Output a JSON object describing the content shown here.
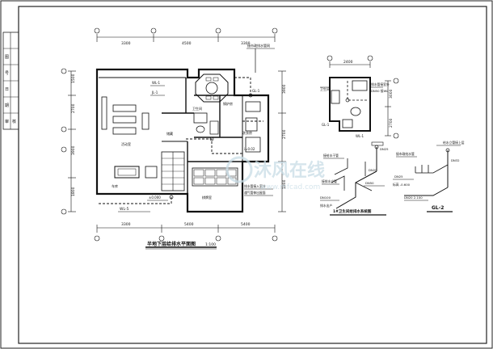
{
  "title_block": {
    "cells": [
      "图",
      "号",
      "日",
      "期",
      "审",
      "核"
    ]
  },
  "plan": {
    "title": "半地下层给排水平面图",
    "scale": "1:100",
    "dims_top": [
      "3300",
      "4500",
      "3300"
    ],
    "dims_bottom": [
      "3300",
      "5400",
      "5400"
    ],
    "dims_left": [
      "1500",
      "2700",
      "3900",
      "1800"
    ],
    "dims_right": [
      "3900",
      "2700",
      "1800"
    ],
    "labels": {
      "lift_pump": "接市政排水管网",
      "wl1": "WL-1",
      "jl1": "JL-1",
      "gl1": "GL-1",
      "toilet": "卫生间",
      "laundry": "洗衣房",
      "floor_elev": "±0.000",
      "wl5": "WL-5",
      "storage": "储藏",
      "boiler": "锅炉房",
      "pipe_note": "排水管接入室外",
      "note_vent": "通气管伸出屋面",
      "room_living": "活动室",
      "room_game": "棋牌室",
      "slope": "i=0.02",
      "room_parking": "车库"
    }
  },
  "detail": {
    "dims_top": [
      "2400"
    ],
    "dims_right": [
      "3000",
      "2700"
    ],
    "labels": {
      "room": "卫生间",
      "note1": "排水管接室外",
      "note2": "DN50 接WL",
      "gl_tag": "GL-1",
      "wl_tag": "WL-1"
    }
  },
  "iso1": {
    "title": "1#卫生间给排水系统图",
    "labels": {
      "a": "接给水干管",
      "b": "DN25",
      "c": "DN20",
      "d": "接排水立管",
      "e": "DN50",
      "f": "DN100",
      "g": "排水出户"
    }
  },
  "iso2": {
    "title": "GL-2",
    "labels": {
      "a": "给水立管接上层",
      "b": "DN32",
      "c": "接市政给水管",
      "d": "DN25",
      "e": "标高 -0.600",
      "f": "DN20 2.100"
    }
  },
  "watermark": {
    "text": "沐风在线",
    "sub": "www.mfcad.com"
  }
}
